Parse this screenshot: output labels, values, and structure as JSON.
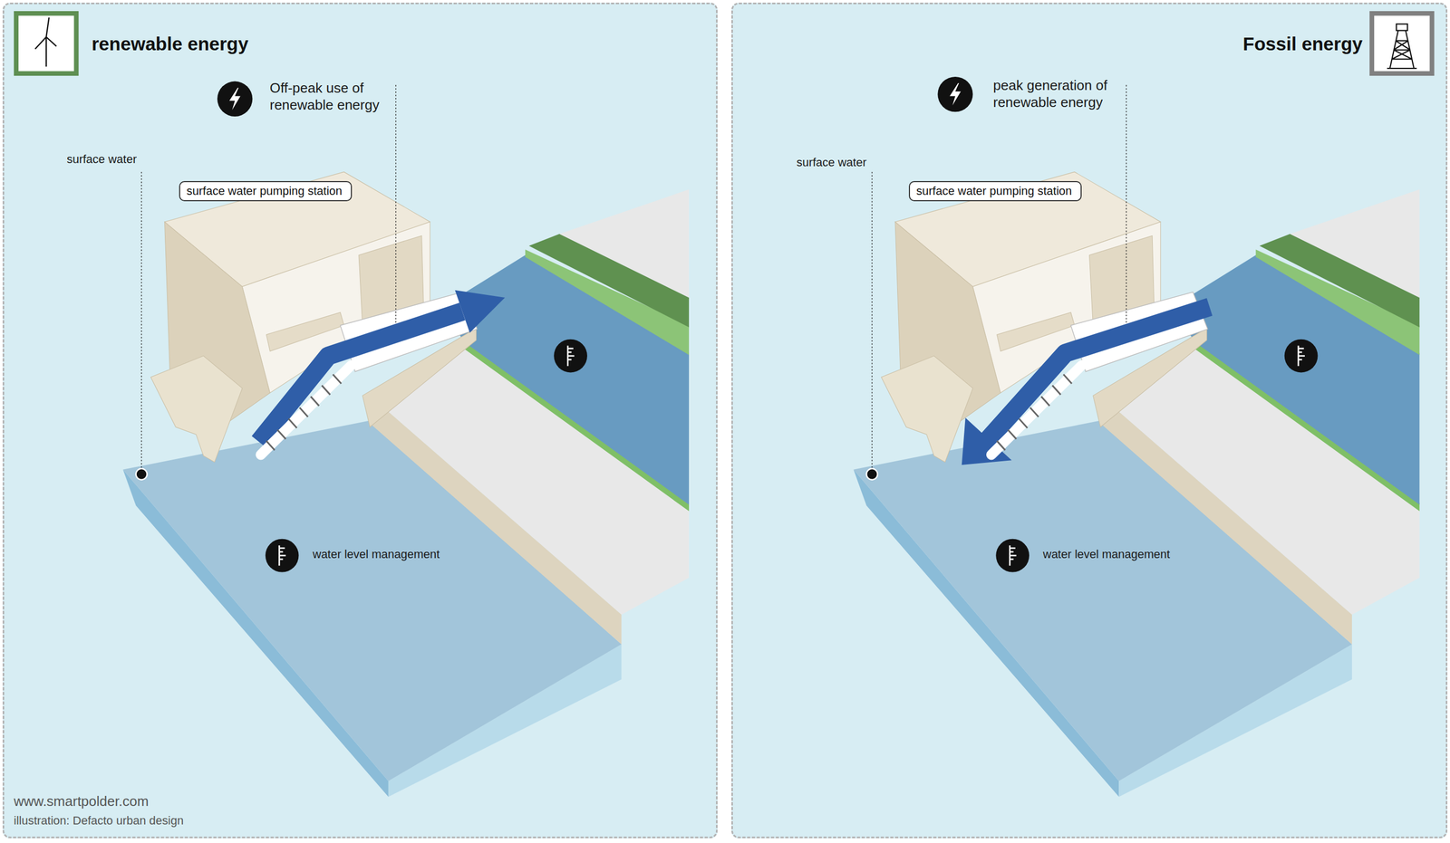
{
  "diagram": {
    "nodes": [
      {
        "text": [
          "renewable energy"
        ]
      },
      {
        "text": [
          "surface water pumping station"
        ],
        "in": 0
      },
      {
        "text": [
          "Fossil energy"
        ]
      },
      {
        "text": [
          "surface water pumping station"
        ],
        "in": 2
      }
    ],
    "labels": [
      "Off-peak use of renewable energy",
      "surface water",
      "water level management",
      "peak generation of renewable energy",
      "surface water",
      "water level management",
      "www.smartpolder.com",
      "illustration: Defacto urban design"
    ]
  }
}
